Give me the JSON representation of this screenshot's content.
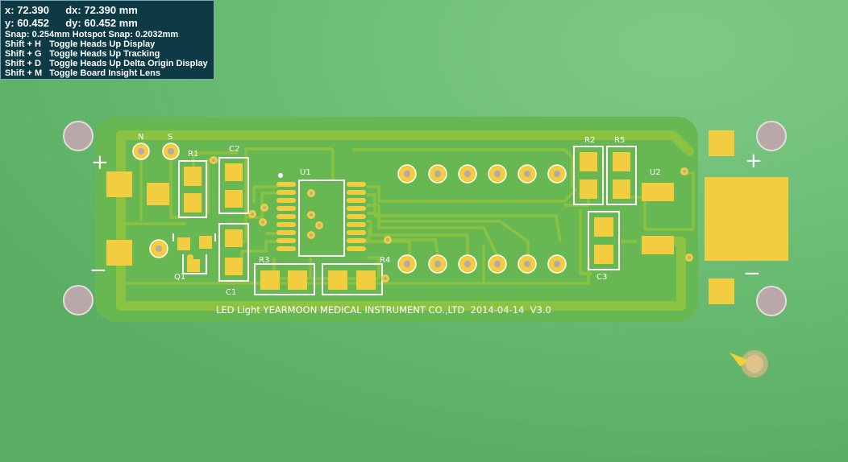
{
  "hud": {
    "x_label": "x:",
    "x": "72.390",
    "dx_label": "dx:",
    "dx": "72.390",
    "x_unit": "mm",
    "y_label": "y:",
    "y": "60.452",
    "dy_label": "dy:",
    "dy": "60.452",
    "y_unit": "mm",
    "snap": "Snap: 0.254mm Hotspot Snap: 0.2032mm",
    "shortcuts": [
      {
        "key": "Shift + H",
        "action": "Toggle Heads Up Display"
      },
      {
        "key": "Shift + G",
        "action": "Toggle Heads Up Tracking"
      },
      {
        "key": "Shift + D",
        "action": "Toggle Heads Up Delta Origin Display"
      },
      {
        "key": "Shift + M",
        "action": "Toggle Board Insight Lens"
      }
    ]
  },
  "board": {
    "silkscreen_text": "LED Light YEARMOON MEDICAL INSTRUMENT CO.,LTD  2014-04-14  V3.0",
    "designators": {
      "n": "N",
      "s": "S",
      "r1": "R1",
      "c2": "C2",
      "u1": "U1",
      "q1": "Q1",
      "c1": "C1",
      "r3": "R3",
      "r4": "R4",
      "r2": "R2",
      "r5": "R5",
      "u2": "U2",
      "c3": "C3"
    },
    "polarity": {
      "left_plus": "+",
      "left_minus": "−",
      "right_plus": "+",
      "right_minus": "−"
    },
    "colors": {
      "background": "#5fb569",
      "board": "#66b84f",
      "trace": "#8bc241",
      "pad": "#f1cd3f",
      "silkscreen": "#ffffff",
      "hole": "#b8a8a8"
    }
  }
}
